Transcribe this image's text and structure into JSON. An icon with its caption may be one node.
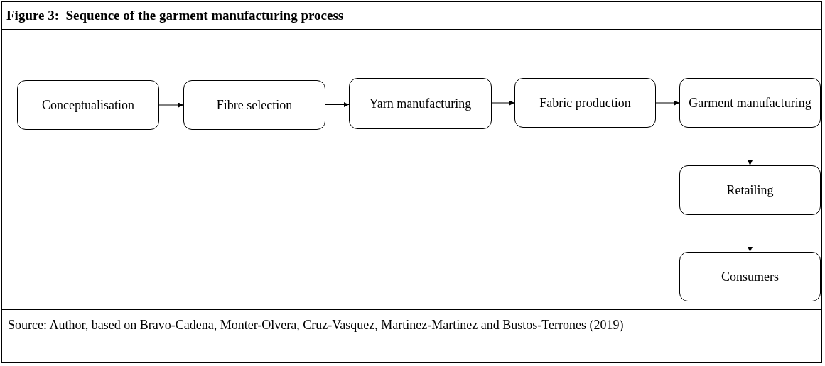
{
  "diagram": {
    "title": "Figure 3:  Sequence of the garment manufacturing process",
    "caption": "Source: Author, based on Bravo-Cadena, Monter-Olvera, Cruz-Vasquez, Martinez-Martinez and Bustos-Terrones (2019)",
    "nodes": [
      {
        "text": [
          "Conceptualisation"
        ]
      },
      {
        "text": [
          "Fibre selection"
        ]
      },
      {
        "text": [
          "Yarn manufacturing"
        ]
      },
      {
        "text": [
          "Fabric production"
        ]
      },
      {
        "text": [
          "Garment manufacturing"
        ]
      },
      {
        "text": [
          "Retailing"
        ]
      },
      {
        "text": [
          "Consumers"
        ]
      }
    ],
    "edges": [
      {
        "from": 0,
        "to": 1,
        "arrow": "to"
      },
      {
        "from": 1,
        "to": 2,
        "arrow": "to"
      },
      {
        "from": 2,
        "to": 3,
        "arrow": "to"
      },
      {
        "from": 3,
        "to": 4,
        "arrow": "to"
      },
      {
        "from": 4,
        "to": 5,
        "arrow": "to"
      },
      {
        "from": 5,
        "to": 6,
        "arrow": "to"
      }
    ]
  }
}
